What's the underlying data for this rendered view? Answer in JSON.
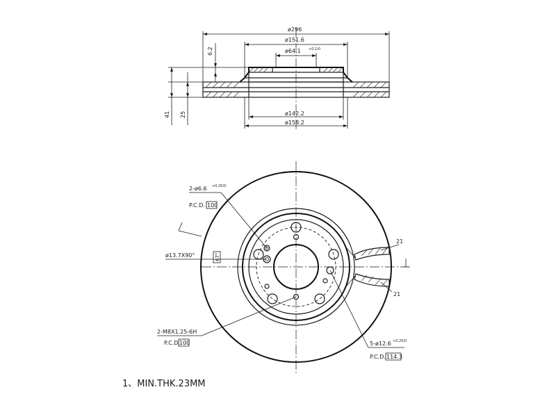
{
  "side_view": {
    "dim_outer_diameter": "ø296",
    "dim_hat_diameter": "ø151.6",
    "dim_center_bore": "ø64.1",
    "dim_center_bore_tol": "+0.1/0",
    "dim_hat_height": "6.2",
    "dim_total_height": "41",
    "dim_rotor_thickness": "25",
    "dim_inner_diameter": "ø142.2",
    "dim_hat_outer_diameter": "ø158.2"
  },
  "front_view": {
    "callout_small_holes": "2-ø6.6",
    "callout_small_holes_tol": "+0.25/0",
    "callout_small_holes_pcd_label": "P.C.D.",
    "callout_small_holes_pcd_value": "100",
    "callout_countersink": "ø13.7X90°",
    "callout_threaded_holes": "2-M8X1.25-6H",
    "callout_threaded_pcd_label": "P.C.D.",
    "callout_threaded_pcd_value": "100",
    "callout_bolt_holes": "5-ø12.6",
    "callout_bolt_holes_tol": "+0.25/0",
    "callout_bolt_pcd_label": "P.C.D.",
    "callout_bolt_pcd_value": "114.3",
    "angle_label": "67°",
    "vane_dim_top": "21",
    "vane_dim_bottom": "21"
  },
  "notes": {
    "note_1": "1、MIN.THK.23MM"
  }
}
